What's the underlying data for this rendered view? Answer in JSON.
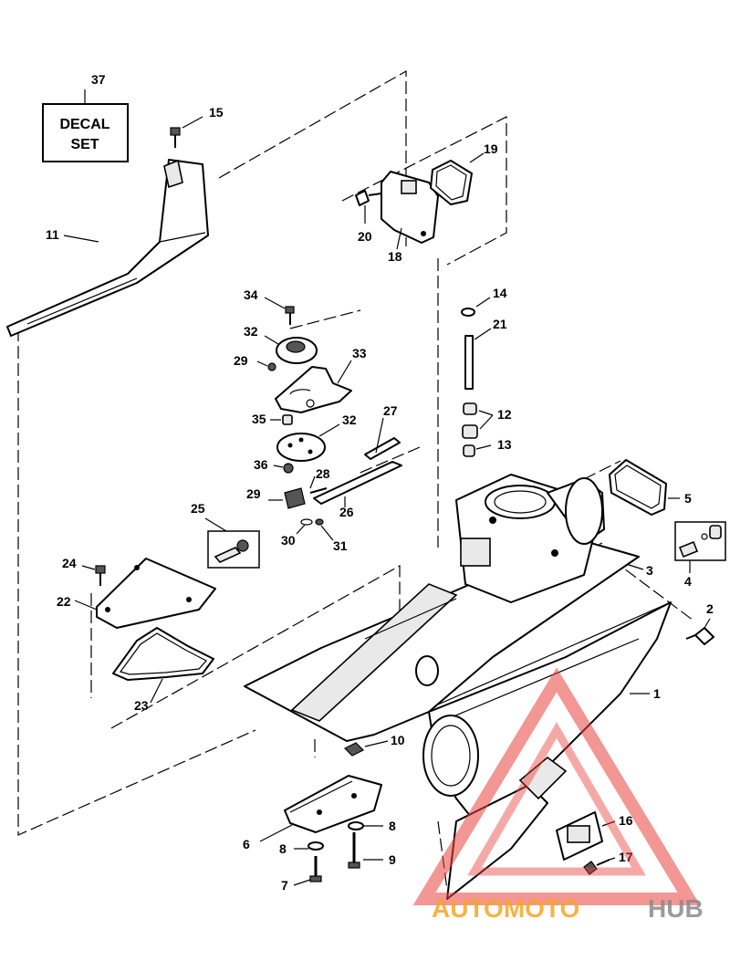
{
  "decal_box": {
    "line1": "DECAL",
    "line2": "SET"
  },
  "callouts": {
    "c1": "1",
    "c2": "2",
    "c3": "3",
    "c4": "4",
    "c5": "5",
    "c6": "6",
    "c7": "7",
    "c8a": "8",
    "c8b": "8",
    "c9": "9",
    "c10": "10",
    "c11": "11",
    "c12": "12",
    "c13": "13",
    "c14": "14",
    "c15": "15",
    "c16": "16",
    "c17": "17",
    "c18": "18",
    "c19": "19",
    "c20": "20",
    "c21": "21",
    "c22": "22",
    "c23": "23",
    "c24": "24",
    "c25": "25",
    "c26": "26",
    "c27": "27",
    "c28": "28",
    "c29a": "29",
    "c29b": "29",
    "c30": "30",
    "c31": "31",
    "c32a": "32",
    "c32b": "32",
    "c33": "33",
    "c34": "34",
    "c35": "35",
    "c36": "36",
    "c37": "37"
  },
  "watermark": {
    "part1": "AUTOMOTO",
    "part2": "HUB"
  },
  "colors": {
    "line": "#000000",
    "watermark_red": "#e8413c",
    "watermark_orange": "#f5a623",
    "watermark_gray": "#8a8a8a"
  }
}
